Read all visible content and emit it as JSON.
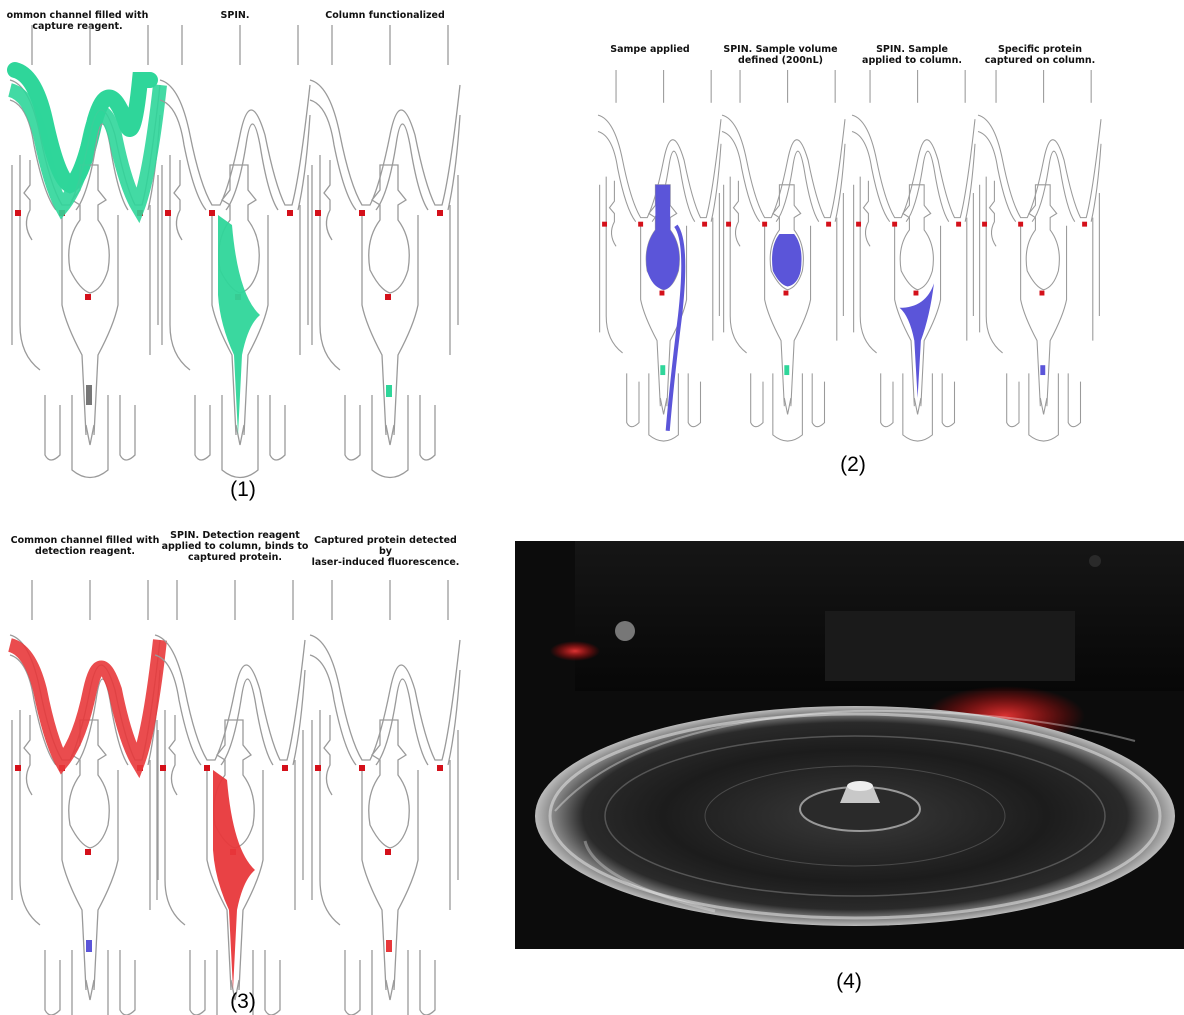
{
  "colors": {
    "capture_reagent": "#2fd69a",
    "sample": "#5b55d9",
    "detection_reagent": "#e8383b",
    "valve": "#d4101a",
    "channel_outline": "#9a9a9a",
    "photo_background": "#0d0d0d",
    "laser_glow": "#ff2a2a"
  },
  "panels": [
    {
      "label": "(1)",
      "captions": [
        "ommon channel filled with\ncapture reagent.",
        "SPIN.",
        "Column functionalized"
      ]
    },
    {
      "label": "(2)",
      "captions": [
        "Sampe applied",
        "SPIN. Sample volume\ndefined (200nL)",
        "SPIN. Sample\napplied to column.",
        "Specific protein\ncaptured on column."
      ]
    },
    {
      "label": "(3)",
      "captions": [
        "Common channel filled with\ndetection reagent.",
        "SPIN. Detection reagent\napplied to column, binds to\ncaptured protein.",
        "Captured protein detected by\nlaser-induced fluorescence."
      ]
    },
    {
      "label": "(4)",
      "photo_icon": "spinning-cd-disc-photo"
    }
  ]
}
